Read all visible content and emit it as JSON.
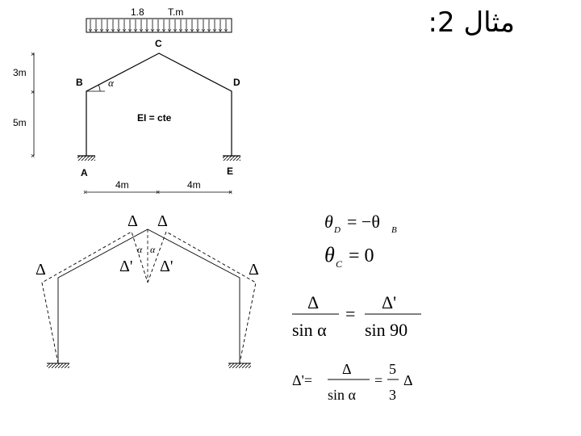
{
  "title": "مثال 2:",
  "frame": {
    "load_value": "1.8",
    "load_unit": "T.m",
    "dim_top": "3m",
    "dim_bottom": "5m",
    "dim_left": "4m",
    "dim_right": "4m",
    "ei_label": "EI = cte",
    "nodes": {
      "a": "A",
      "b": "B",
      "c": "C",
      "d": "D",
      "e": "E"
    },
    "angle": "α"
  },
  "deformation": {
    "delta": "Δ",
    "delta_prime": "Δ'",
    "alpha": "α"
  },
  "equations": {
    "eq1": {
      "lhs_theta": "θ",
      "lhs_sub": "D",
      "rhs": "= −θ",
      "rhs_sub": "B"
    },
    "eq2": {
      "theta": "θ",
      "sub": "C",
      "rhs": "= 0"
    },
    "eq3": {
      "num_left": "Δ",
      "den_left": "sin α",
      "num_right": "Δ'",
      "den_right": "sin 90",
      "equals": "="
    },
    "eq4": {
      "lhs": "Δ'=",
      "num1": "Δ",
      "den1": "sin α",
      "equals": "=",
      "num2": "5",
      "den2": "3",
      "tail": "Δ"
    }
  }
}
